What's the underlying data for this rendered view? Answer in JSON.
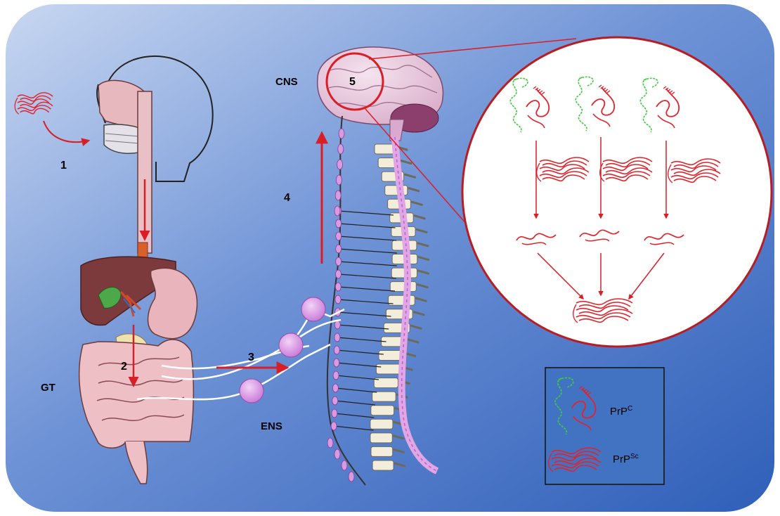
{
  "labels": {
    "step1": "1",
    "step2": "2",
    "step3": "3",
    "step4": "4",
    "step5": "5",
    "cns": "CNS",
    "gt": "GT",
    "ens": "ENS"
  },
  "legend": {
    "prpc_base": "PrP",
    "prpc_sup": "C",
    "prpsc_base": "PrP",
    "prpsc_sup": "Sc"
  },
  "colors": {
    "background_light": "#bfd0ee",
    "background_dark": "#3a6ac0",
    "arrow": "#d81f26",
    "prion_red": "#e0242c",
    "prion_green": "#3dcc3d",
    "ganglion": "#d79be0",
    "tissue_pink": "#e9c2c6",
    "brain": "#e8c8dd",
    "liver": "#7a3b3b",
    "spine": "#f3eedc",
    "spinal_cord": "#e2a6e6"
  }
}
